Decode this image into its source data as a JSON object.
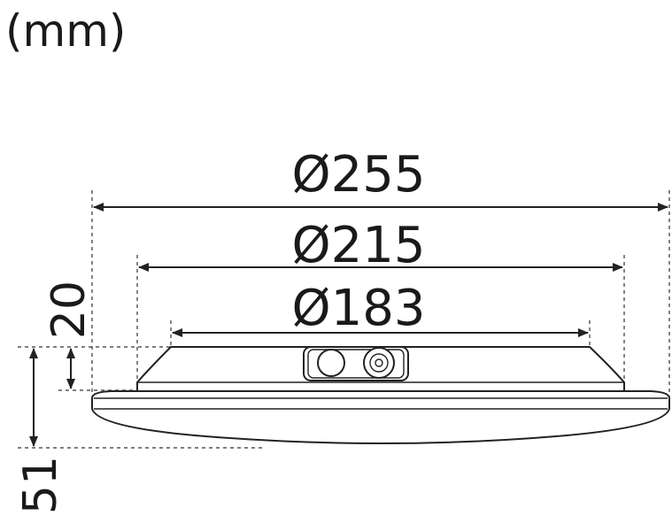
{
  "units_label": "(mm)",
  "dimensions": {
    "outer_diameter": "Ø255",
    "middle_diameter": "Ø215",
    "inner_diameter": "Ø183",
    "upper_height": "20",
    "total_height": "51"
  }
}
